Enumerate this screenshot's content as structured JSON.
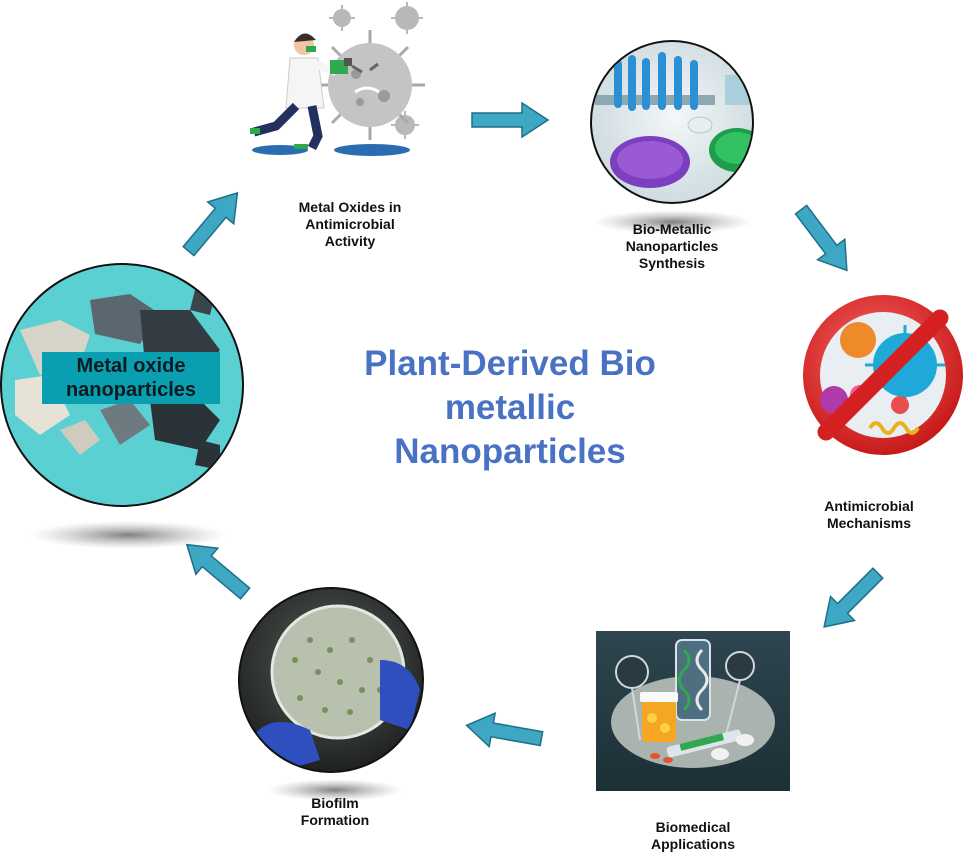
{
  "center_title": {
    "line1": "Plant-Derived Bio",
    "line2": "metallic",
    "line3": "Nanoparticles",
    "color": "#4a72c4"
  },
  "metal_oxide_label": {
    "line1": "Metal oxide",
    "line2": "nanoparticles"
  },
  "stages": {
    "metal_oxides": "Metal Oxides in\nAntimicrobial\nActivity",
    "synthesis": "Bio-Metallic\nNanoparticles\nSynthesis",
    "mechanisms": "Antimicrobial\nMechanisms",
    "biomedical": "Biomedical\nApplications",
    "biofilm": "Biofilm\nFormation"
  },
  "colors": {
    "arrow": "#3ea7c4",
    "arrow_edge": "#1f6f86",
    "teal_bg": "#5ad0d3"
  },
  "icons": {
    "scientist": "scientist-fighting-virus-icon",
    "lab": "test-tubes-icon",
    "no_microbes": "no-microbes-icon",
    "medicine": "medicine-syringe-icon",
    "petri": "petri-dish-icon",
    "powder": "metal-oxide-powder-icon"
  }
}
